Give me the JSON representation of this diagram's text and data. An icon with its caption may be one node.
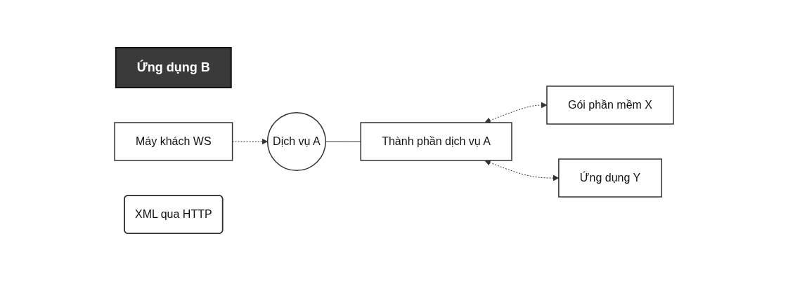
{
  "diagram": {
    "nodes": [
      {
        "text": [
          "Ứng dụng B"
        ]
      },
      {
        "text": [
          "Máy khách WS"
        ]
      },
      {
        "text": [
          "XML qua HTTP"
        ]
      },
      {
        "text": [
          "Dịch vụ A"
        ]
      },
      {
        "text": [
          "Thành phần dịch vụ A"
        ]
      },
      {
        "text": [
          "Gói phần mềm X"
        ]
      },
      {
        "text": [
          "Ứng dụng Y"
        ]
      }
    ],
    "edges": [
      {
        "from": 1,
        "to": 3,
        "arrow": "to",
        "style": "dashed"
      },
      {
        "from": 3,
        "to": 4,
        "arrow": "none"
      },
      {
        "from": 4,
        "to": 5,
        "arrow": "both",
        "style": "dashed"
      },
      {
        "from": 4,
        "to": 6,
        "arrow": "both",
        "style": "dashed"
      }
    ]
  }
}
